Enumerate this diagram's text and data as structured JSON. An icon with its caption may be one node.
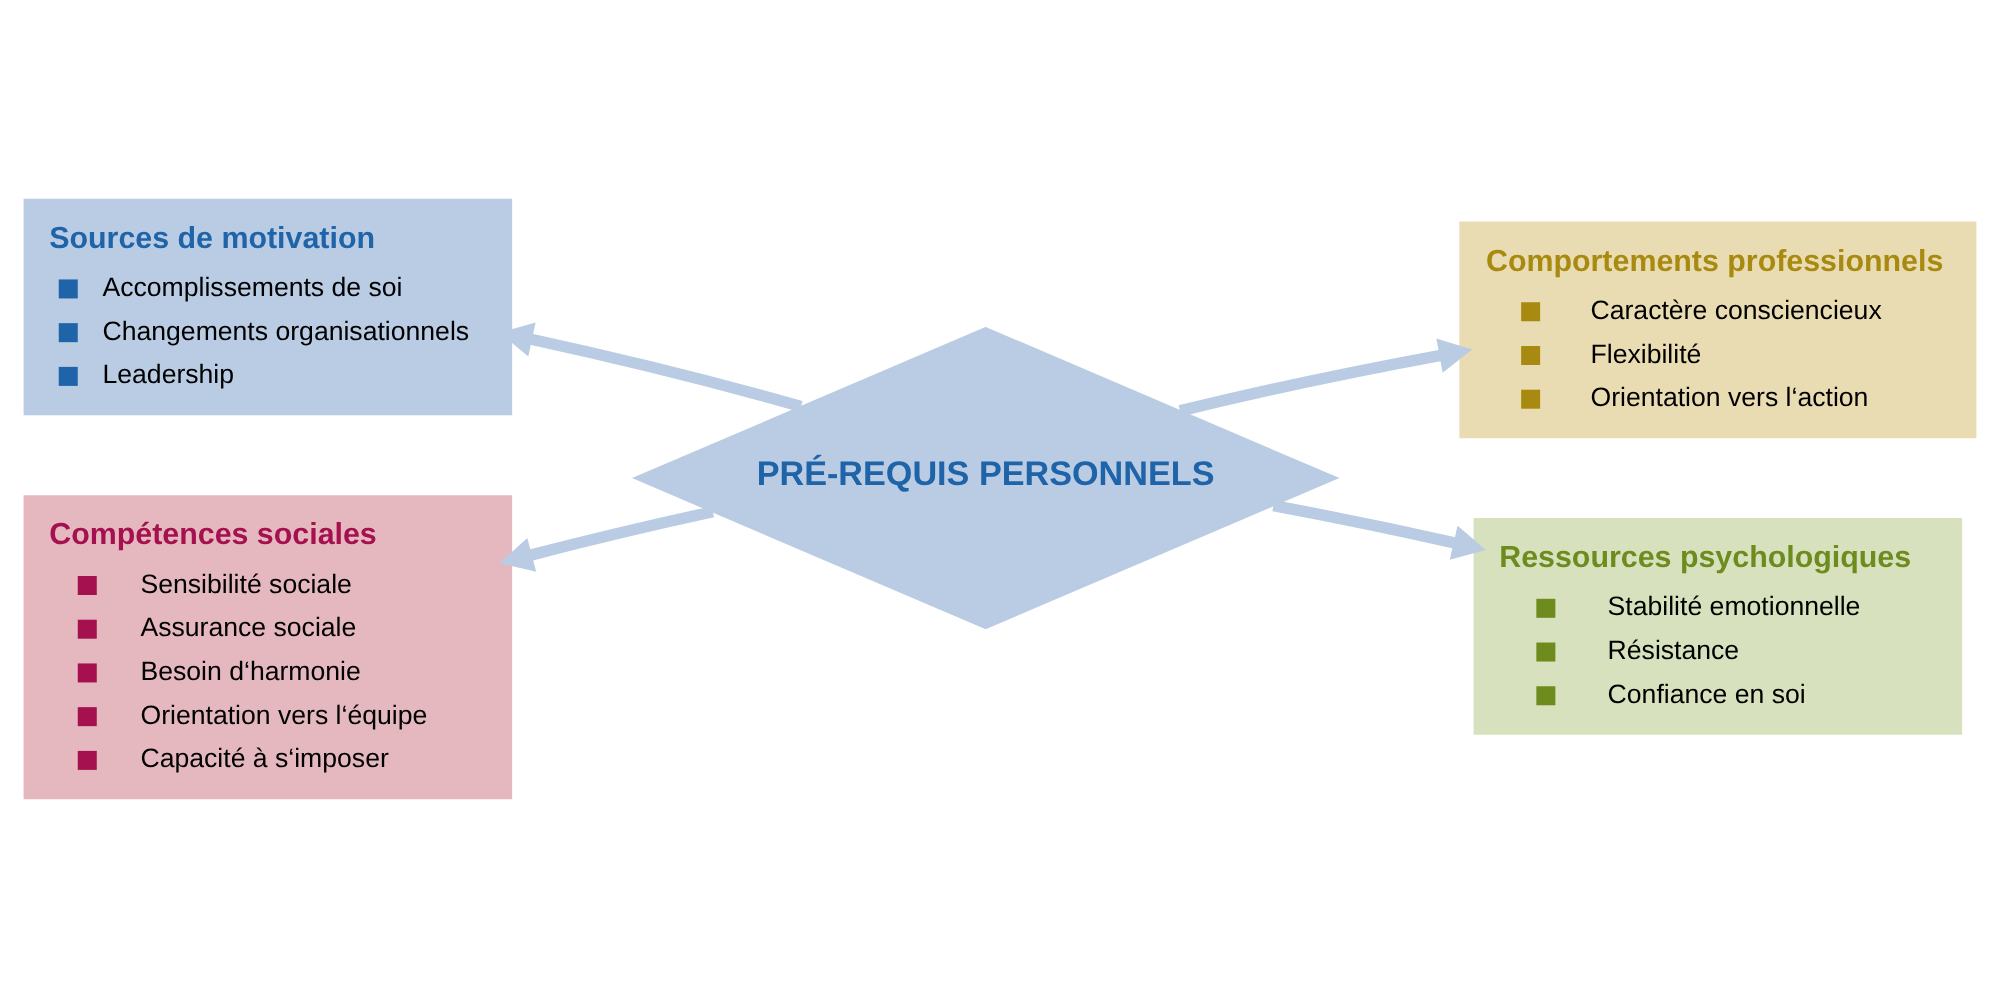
{
  "diagram": {
    "nodes": [
      {
        "text": [
          "Sources de motivation",
          "Accomplissements de soi",
          "Changements organisationnels",
          "Leadership"
        ]
      },
      {
        "text": [
          "Comportements professionnels",
          "Caractère consciencieux",
          "Flexibilité",
          "Orientation vers l‘action"
        ]
      },
      {
        "text": [
          "PRÉ-REQUIS PERSONNELS"
        ]
      },
      {
        "text": [
          "Compétences sociales",
          "Sensibilité sociale",
          "Assurance sociale",
          "Besoin d‘harmonie",
          "Orientation vers l‘équipe",
          "Capacité à s‘imposer"
        ]
      },
      {
        "text": [
          "Ressources psychologiques",
          "Stabilité emotionnelle",
          "Résistance",
          "Confiance en soi"
        ]
      }
    ],
    "edges": [
      {
        "from": 2,
        "to": 0,
        "arrow": "to"
      },
      {
        "from": 2,
        "to": 1,
        "arrow": "to"
      },
      {
        "from": 2,
        "to": 3,
        "arrow": "to"
      },
      {
        "from": 2,
        "to": 4,
        "arrow": "to"
      }
    ]
  }
}
